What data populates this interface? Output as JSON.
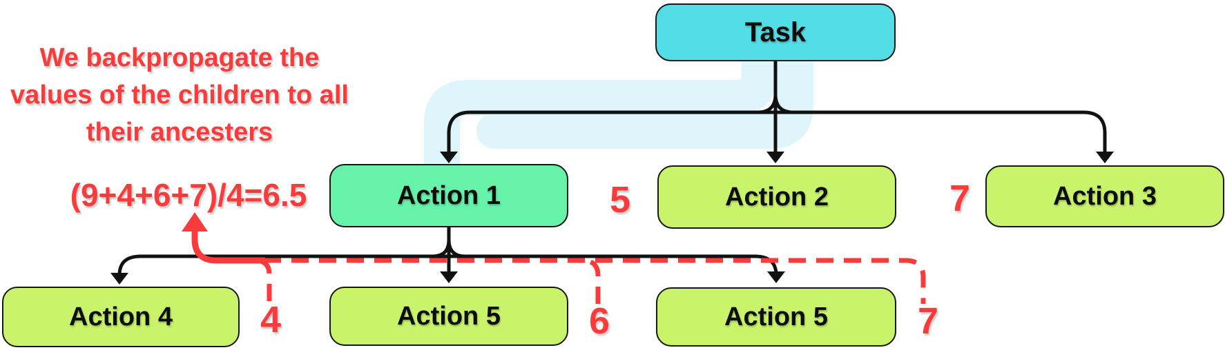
{
  "annotation": {
    "lines": [
      "We backpropagate the",
      "values of the children to all",
      "their ancesters"
    ]
  },
  "formula": "(9+4+6+7)/4=6.5",
  "nodes": {
    "task": "Task",
    "action1": "Action 1",
    "action2": "Action 2",
    "action3": "Action 3",
    "action4": "Action 4",
    "action5a": "Action 5",
    "action5b": "Action 5"
  },
  "values": {
    "action2": "5",
    "action3": "7",
    "action4": "4",
    "action5a": "6",
    "action5b": "7"
  },
  "colors": {
    "task-fill": "#53dde6",
    "action1-fill": "#67f2aa",
    "child-fill": "#c9f36a",
    "accent-red": "#f93b3b",
    "line": "#111111",
    "highlight": "#def6fb"
  }
}
